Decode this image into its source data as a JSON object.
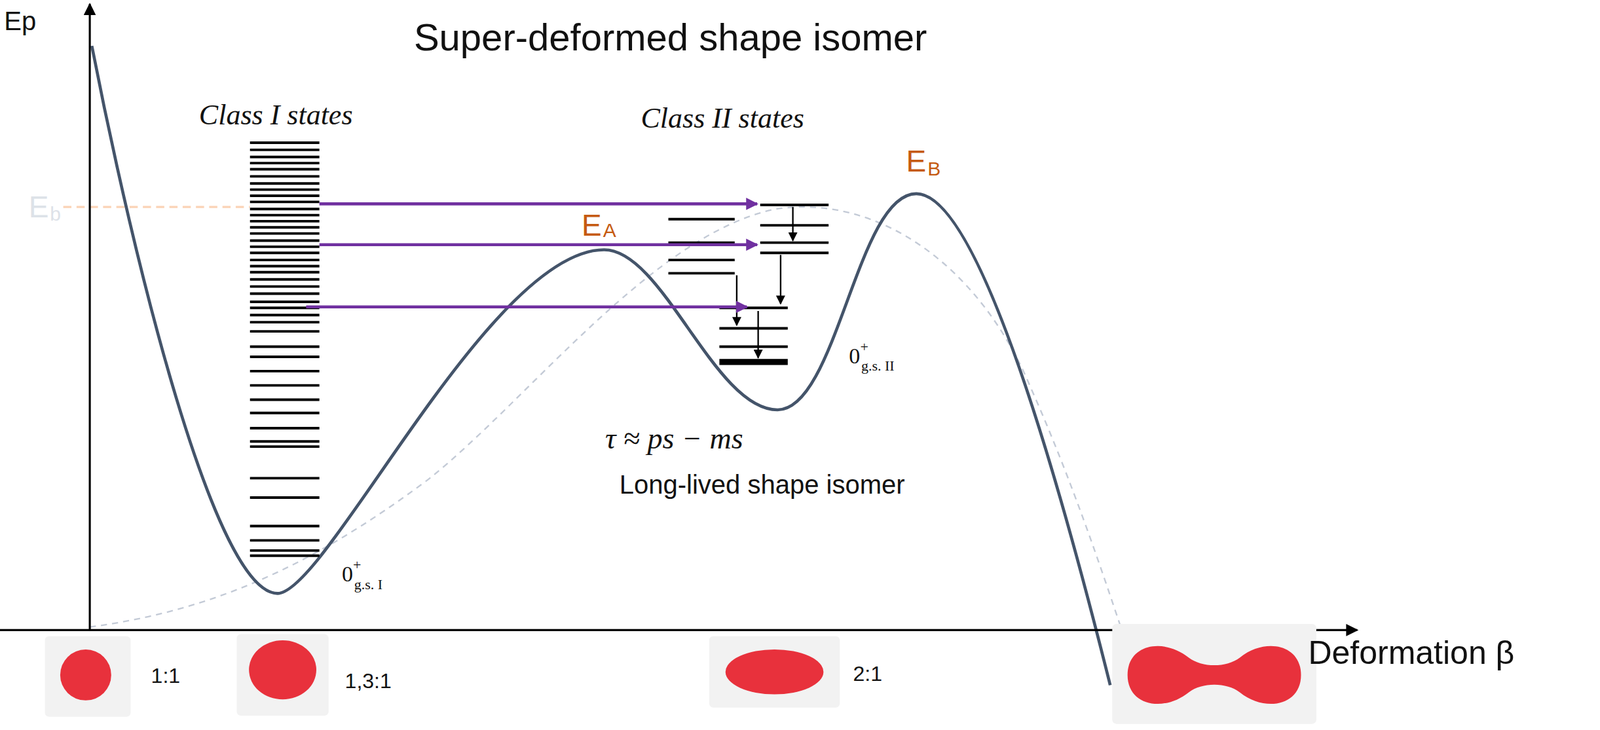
{
  "diagram": {
    "title": "Super-deformed shape isomer",
    "labels": [
      "Ep",
      "Class I states",
      "Class II states",
      "E",
      "B",
      "E",
      "b",
      "E",
      "A",
      "0",
      "+",
      "g.s. II",
      "τ ≈ ps − ms",
      "Long-lived shape isomer",
      "0",
      "+",
      "g.s. I",
      "1:1",
      "1,3:1",
      "2:1",
      "Deformation β"
    ]
  }
}
